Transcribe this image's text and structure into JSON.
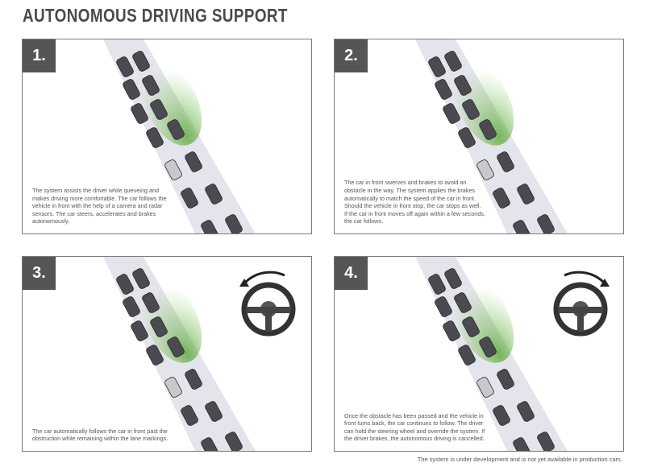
{
  "title": "AUTONOMOUS DRIVING SUPPORT",
  "panels": [
    {
      "number": "1.",
      "text": "The system assists the driver while queueing and makes driving more comfortable. The car follows the vehicle in front with the help of a camera and radar sensors. The car steers, accelerates and brakes autonomously."
    },
    {
      "number": "2.",
      "text": "The car in front swerves and brakes to avoid an obstacle in the way. The system applies the brakes automatically to match the speed of the car in front. Should the vehicle in front stop, the car stops as well. If the car in front moves off again within a few seconds, the car follows."
    },
    {
      "number": "3.",
      "text": "The car automatically follows the car in front past the obstruction while remaining within the lane markings."
    },
    {
      "number": "4.",
      "text": "Once the obstacle has been passed and the vehicle in front turns back, the car continues to follow. The driver can hold the steering wheel and override the system. If the driver brakes, the autonomous driving is cancelled."
    }
  ],
  "footnote": "The system is under development and is not yet available in production cars."
}
